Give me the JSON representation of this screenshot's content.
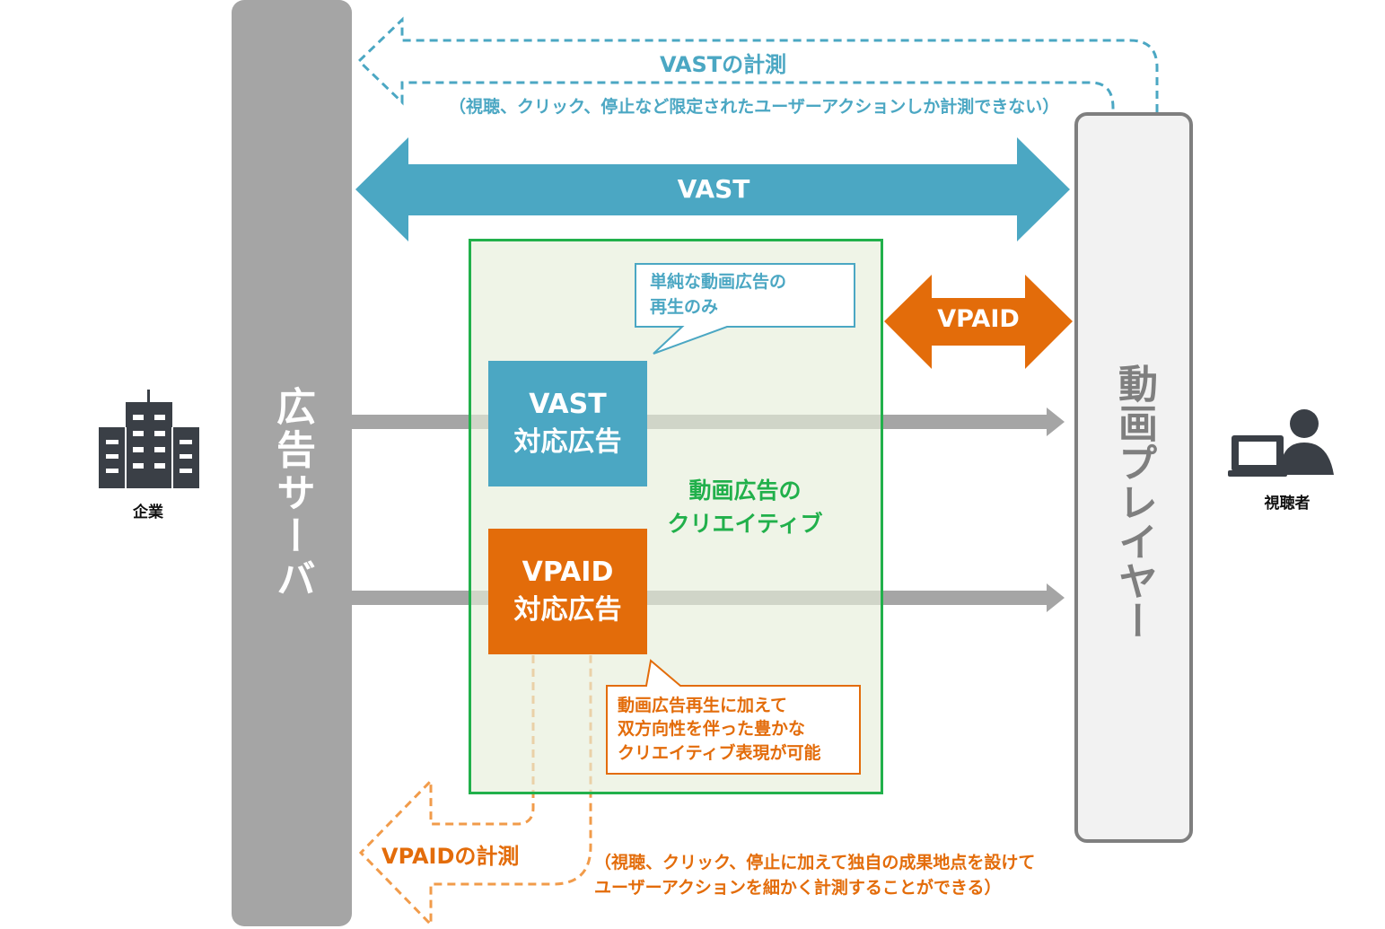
{
  "server": {
    "label": "広告サーバ"
  },
  "player": {
    "label": "動画プレイヤー"
  },
  "company": {
    "label": "企業",
    "icon": "building-icon"
  },
  "viewer": {
    "label": "視聴者",
    "icon": "person-laptop-icon"
  },
  "vast_measurement": {
    "label": "VASTの計測",
    "note": "（視聴、クリック、停止など限定されたユーザーアクションしか計測できない）"
  },
  "vast_arrow": {
    "label": "VAST"
  },
  "vpaid_arrow": {
    "label": "VPAID"
  },
  "creative": {
    "title_line1": "動画広告の",
    "title_line2": "クリエイティブ"
  },
  "vast_ad": {
    "line1": "VAST",
    "line2": "対応広告"
  },
  "vpaid_ad": {
    "line1": "VPAID",
    "line2": "対応広告"
  },
  "vast_callout": {
    "line1": "単純な動画広告の",
    "line2": "再生のみ"
  },
  "vpaid_callout": {
    "line1": "動画広告再生に加えて",
    "line2": "双方向性を伴った豊かな",
    "line3": "クリエイティブ表現が可能"
  },
  "vpaid_measurement": {
    "label": "VPAIDの計測",
    "note_line1": "（視聴、クリック、停止に加えて独自の成果地点を設けて",
    "note_line2": "ユーザーアクションを細かく計測することができる）"
  },
  "colors": {
    "vast": "#4ba7c3",
    "vpaid": "#e36c0a",
    "vpaid_dashed": "#f19b4a",
    "creative_border": "#21b04b",
    "server": "#a5a5a5",
    "player_border": "#7f7f7f",
    "icon": "#3a3f46"
  }
}
